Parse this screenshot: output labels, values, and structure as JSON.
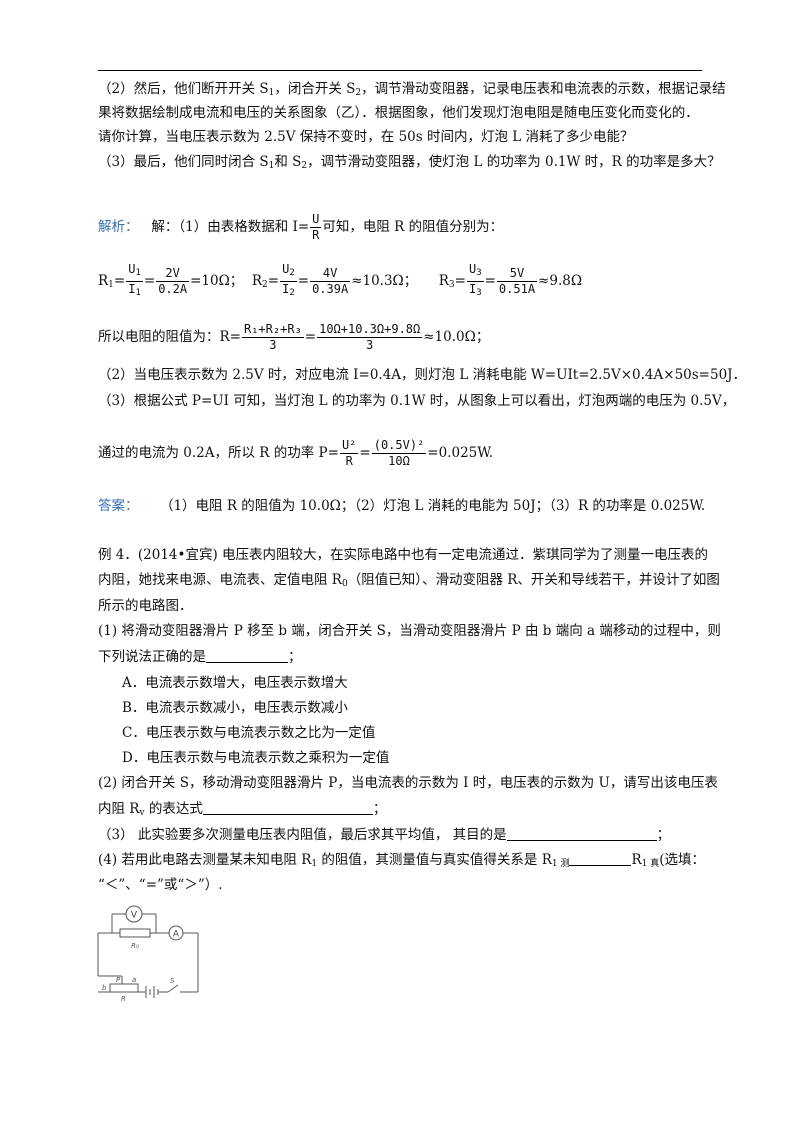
{
  "part2": {
    "line1": "（2）然后，他们断开开关 S",
    "s1": "1",
    "line1b": "，闭合开关 S",
    "s2": "2",
    "line1c": "，调节滑动变阻器，记录电压表和电流表的示数，根据记录结",
    "line2": "果将数据绘制成电流和电压的关系图象（乙）．根据图象，他们发现灯泡电阻是随电压变化而变化的．",
    "line3": "请你计算，当电压表示数为 2.5V 保持不变时，在 50s 时间内，灯泡 L 消耗了多少电能？"
  },
  "part3": {
    "a": "（3）最后，他们同时闭合 S",
    "b": "1",
    "c": "和 S",
    "d": "2",
    "e": "，调节滑动变阻器，使灯泡 L 的功率为 0.1W 时，R 的功率是多大？"
  },
  "analysis": {
    "label": "解析：",
    "intro_a": "解：（1）由表格数据和 I=",
    "frac_n": "U",
    "frac_d": "R",
    "intro_b": "可知，电阻 R 的阻值分别为：",
    "r1": "R",
    "r1s": "1",
    "r1eq": "=",
    "r1n": "U",
    "r1ns": "1",
    "r1d": "I",
    "r1ds": "1",
    "r1v_n": "2V",
    "r1v_d": "0.2A",
    "r1res": "=10Ω；",
    "r2": "R",
    "r2s": "2",
    "r2n": "U",
    "r2ns": "2",
    "r2d": "I",
    "r2ds": "2",
    "r2v_n": "4V",
    "r2v_d": "0.39A",
    "r2res": "≈10.3Ω；",
    "r3": "R",
    "r3s": "3",
    "r3n": "U",
    "r3ns": "3",
    "r3d": "I",
    "r3ds": "3",
    "r3v_n": "5V",
    "r3v_d": "0.51A",
    "r3res": "≈9.8Ω",
    "avg_a": "所以电阻的阻值为：R=",
    "avg_n": "R₁+R₂+R₃",
    "avg_d": "3",
    "avg_n2": "10Ω+10.3Ω+9.8Ω",
    "avg_d2": "3",
    "avg_res": "≈10.0Ω；",
    "p2": "（2）当电压表示数为 2.5V 时，对应电流 I=0.4A，则灯泡 L 消耗电能 W=UIt=2.5V×0.4A×50s=50J．",
    "p3": "（3）根据公式 P=UI 可知，当灯泡 L 的功率为 0.1W 时，从图象上可以看出，灯泡两端的电压为 0.5V，",
    "p4a": "通过的电流为 0.2A，所以 R 的功率 P=",
    "p4n": "U²",
    "p4d": "R",
    "p4eq": "=",
    "p4n2": "(0.5V)²",
    "p4d2": "10Ω",
    "p4res": "=0.025W."
  },
  "answer": {
    "label": "答案：",
    "text": "（1）电阻 R 的阻值为 10.0Ω；（2）灯泡 L 消耗的电能为 50J；（3）R 的功率是 0.025W."
  },
  "example4": {
    "l1": "例 4．(2014•宜宾) 电压表内阻较大，在实际电路中也有一定电流通过．紫琪同学为了测量一电压表的",
    "l2a": "内阻，她找来电源、电流表、定值电阻 R",
    "l2s": "0",
    "l2b": "（阻值已知）、滑动变阻器 R、开关和导线若干，并设计了如图",
    "l3": "所示的电路图．",
    "q1a": "(1) 将滑动变阻器滑片 P 移至 b 端，闭合开关 S，当滑动变阻器滑片 P 由 b 端向 a 端移动的过程中，则",
    "q1b": "下列说法正确的是",
    "q1end": "；",
    "optA": "A．电流表示数增大，电压表示数增大",
    "optB": "B．电流表示数减小，电压表示数减小",
    "optC": "C．电压表示数与电流表示数之比为一定值",
    "optD": "D．电压表示数与电流表示数之乘积为一定值",
    "q2a": "(2) 闭合开关 S，移动滑动变阻器滑片 P，当电流表的示数为 I 时，电压表的示数为 U，请写出该电压表",
    "q2b": "内阻 R",
    "q2s": "v",
    "q2c": " 的表达式",
    "q2end": "；",
    "q3": "（3） 此实验要多次测量电压表内阻值，最后求其平均值， 其目的是",
    "q3end": "；",
    "q4a": "(4) 若用此电路去测量某未知电阻 R",
    "q4s": "1",
    "q4b": " 的阻值，其测量值与真实值得关系是 R",
    "q4s2": "1 测",
    "q4c": "R",
    "q4s3": "1 真",
    "q4d": "(选填：",
    "q4e": "“＜”、“=”或“＞”）."
  },
  "circuit": {
    "voltmeter": "V",
    "ammeter": "A",
    "r0": "R₀",
    "b": "b",
    "p": "P",
    "a": "a",
    "r": "R",
    "s": "S"
  }
}
